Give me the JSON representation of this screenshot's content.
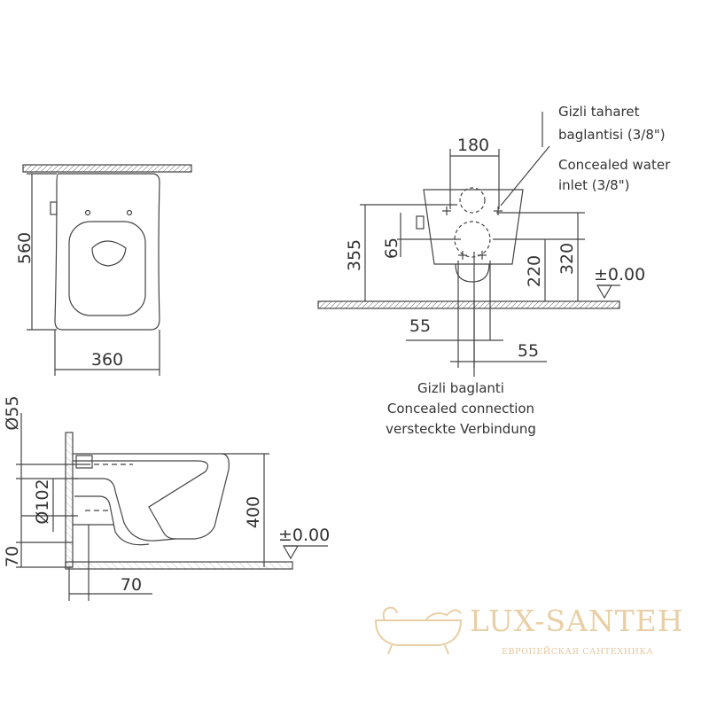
{
  "views": {
    "top": {
      "height_label": "560",
      "width_label": "360"
    },
    "front": {
      "spacing_label": "180",
      "inlet_height_label": "355",
      "offset_label": "65",
      "connection_height_label": "220",
      "top_height_label": "320",
      "zero_label": "±0.00",
      "left_offset_label": "55",
      "right_offset_label": "55",
      "water_note": [
        "Gizli taharet",
        "baglantisi (3/8\")",
        "Concealed water",
        "inlet (3/8\")"
      ],
      "connection_note": [
        "Gizli baglanti",
        "Concealed connection",
        "versteckte Verbindung"
      ]
    },
    "side": {
      "pipe_small_label": "Ø55",
      "pipe_large_label": "Ø102",
      "bottom_label": "70",
      "depth_label": "70",
      "height_label": "400",
      "zero_label": "±0.00"
    }
  },
  "watermark": {
    "brand": "LUX-SANTEH",
    "tagline": "ЕВРОПЕЙСКАЯ САНТЕХНИКА"
  }
}
